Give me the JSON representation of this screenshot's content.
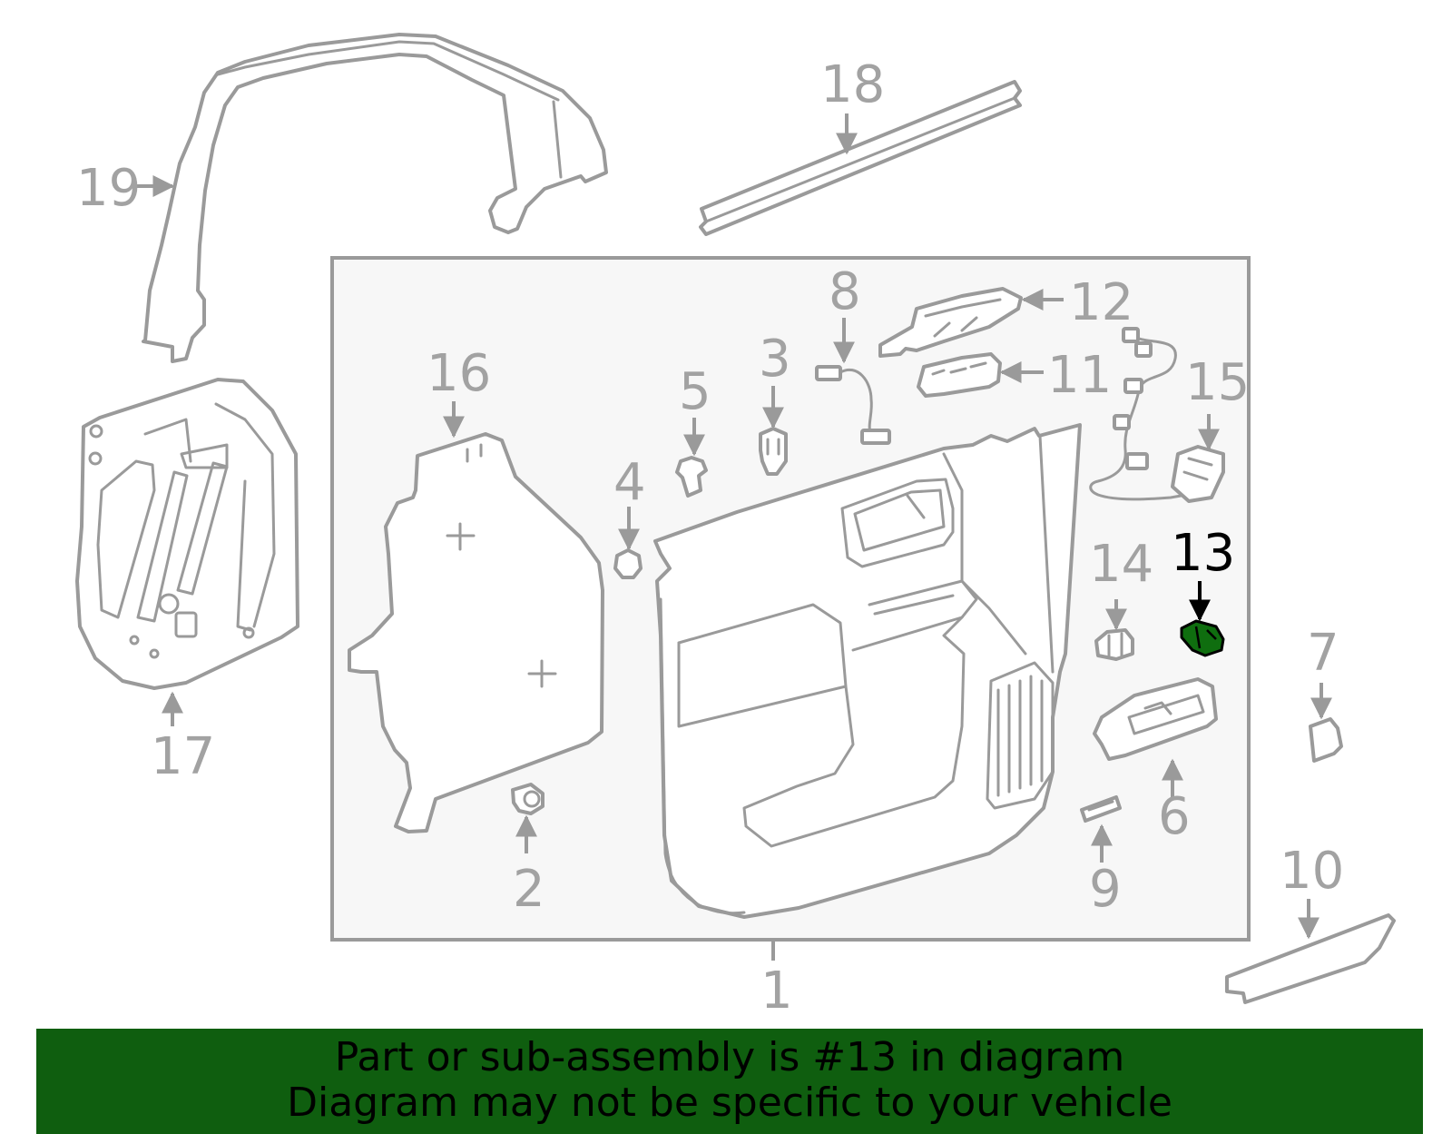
{
  "callouts": [
    "1",
    "2",
    "3",
    "4",
    "5",
    "6",
    "7",
    "8",
    "9",
    "10",
    "11",
    "12",
    "13",
    "14",
    "15",
    "16",
    "17",
    "18",
    "19"
  ],
  "highlight": {
    "part_number": "13",
    "color": "#0f6e0f"
  },
  "banner": {
    "line1": "Part or sub-assembly is #13 in diagram",
    "line2": "Diagram may not be specific to your vehicle",
    "background": "#0f5e0f"
  }
}
